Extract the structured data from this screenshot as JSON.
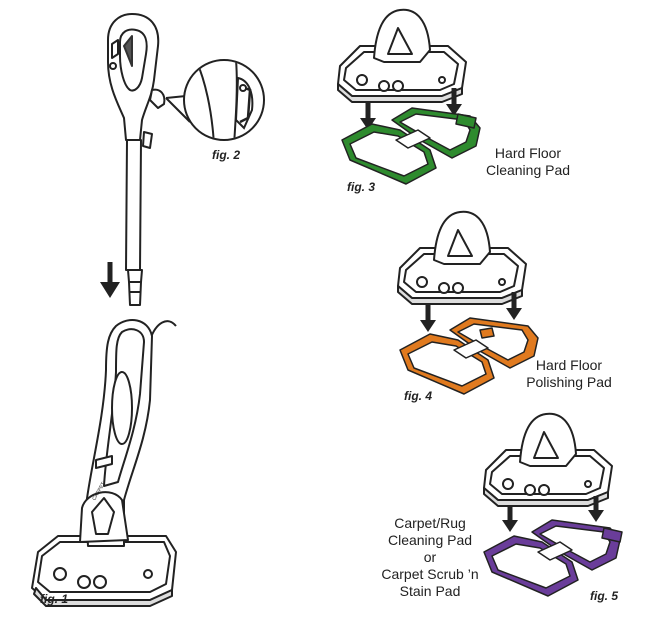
{
  "figures": {
    "fig1": "fig. 1",
    "fig2": "fig. 2",
    "fig3": "fig. 3",
    "fig4": "fig. 4",
    "fig5": "fig. 5"
  },
  "labels": {
    "hard_floor_cleaning_pad": [
      "Hard Floor",
      "Cleaning Pad"
    ],
    "hard_floor_polishing_pad": [
      "Hard Floor",
      "Polishing Pad"
    ],
    "carpet_pad": [
      "Carpet/Rug",
      "Cleaning Pad",
      "or",
      "Carpet Scrub ’n",
      "Stain Pad"
    ]
  },
  "head_logo_text": "CARPET",
  "colors": {
    "line": "#222222",
    "cleaning_pad": "#2e8b2e",
    "polishing_pad": "#e07a1f",
    "carpet_pad": "#6a3d9a",
    "outline_fill": "#ffffff",
    "arrow": "#222222"
  }
}
